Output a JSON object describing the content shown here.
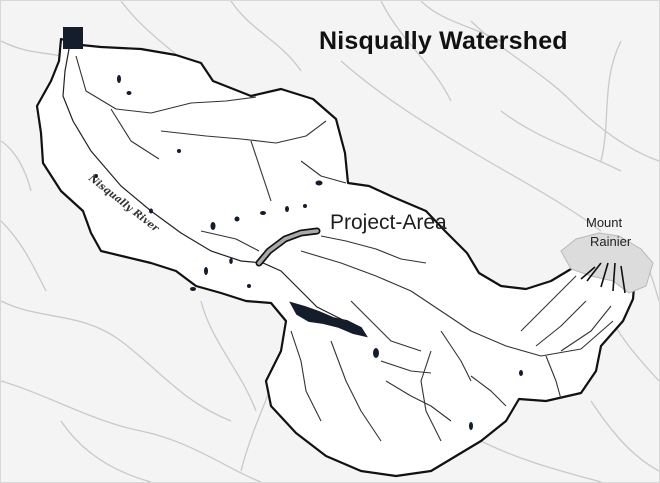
{
  "map": {
    "title": "Nisqually Watershed",
    "labels": {
      "project_area": "Project-Area",
      "mountain_line1": "Mount",
      "mountain_line2": "Rainier",
      "river": "Nisqually River"
    },
    "colors": {
      "background": "#f4f4f4",
      "context_streams": "#c9c9c9",
      "watershed_fill": "#ffffff",
      "boundary": "#111111",
      "subbasin_lines": "#333333",
      "glacier": "#dcdcdc",
      "project_area": "#aaaaaa",
      "water": "#141d2b"
    }
  }
}
